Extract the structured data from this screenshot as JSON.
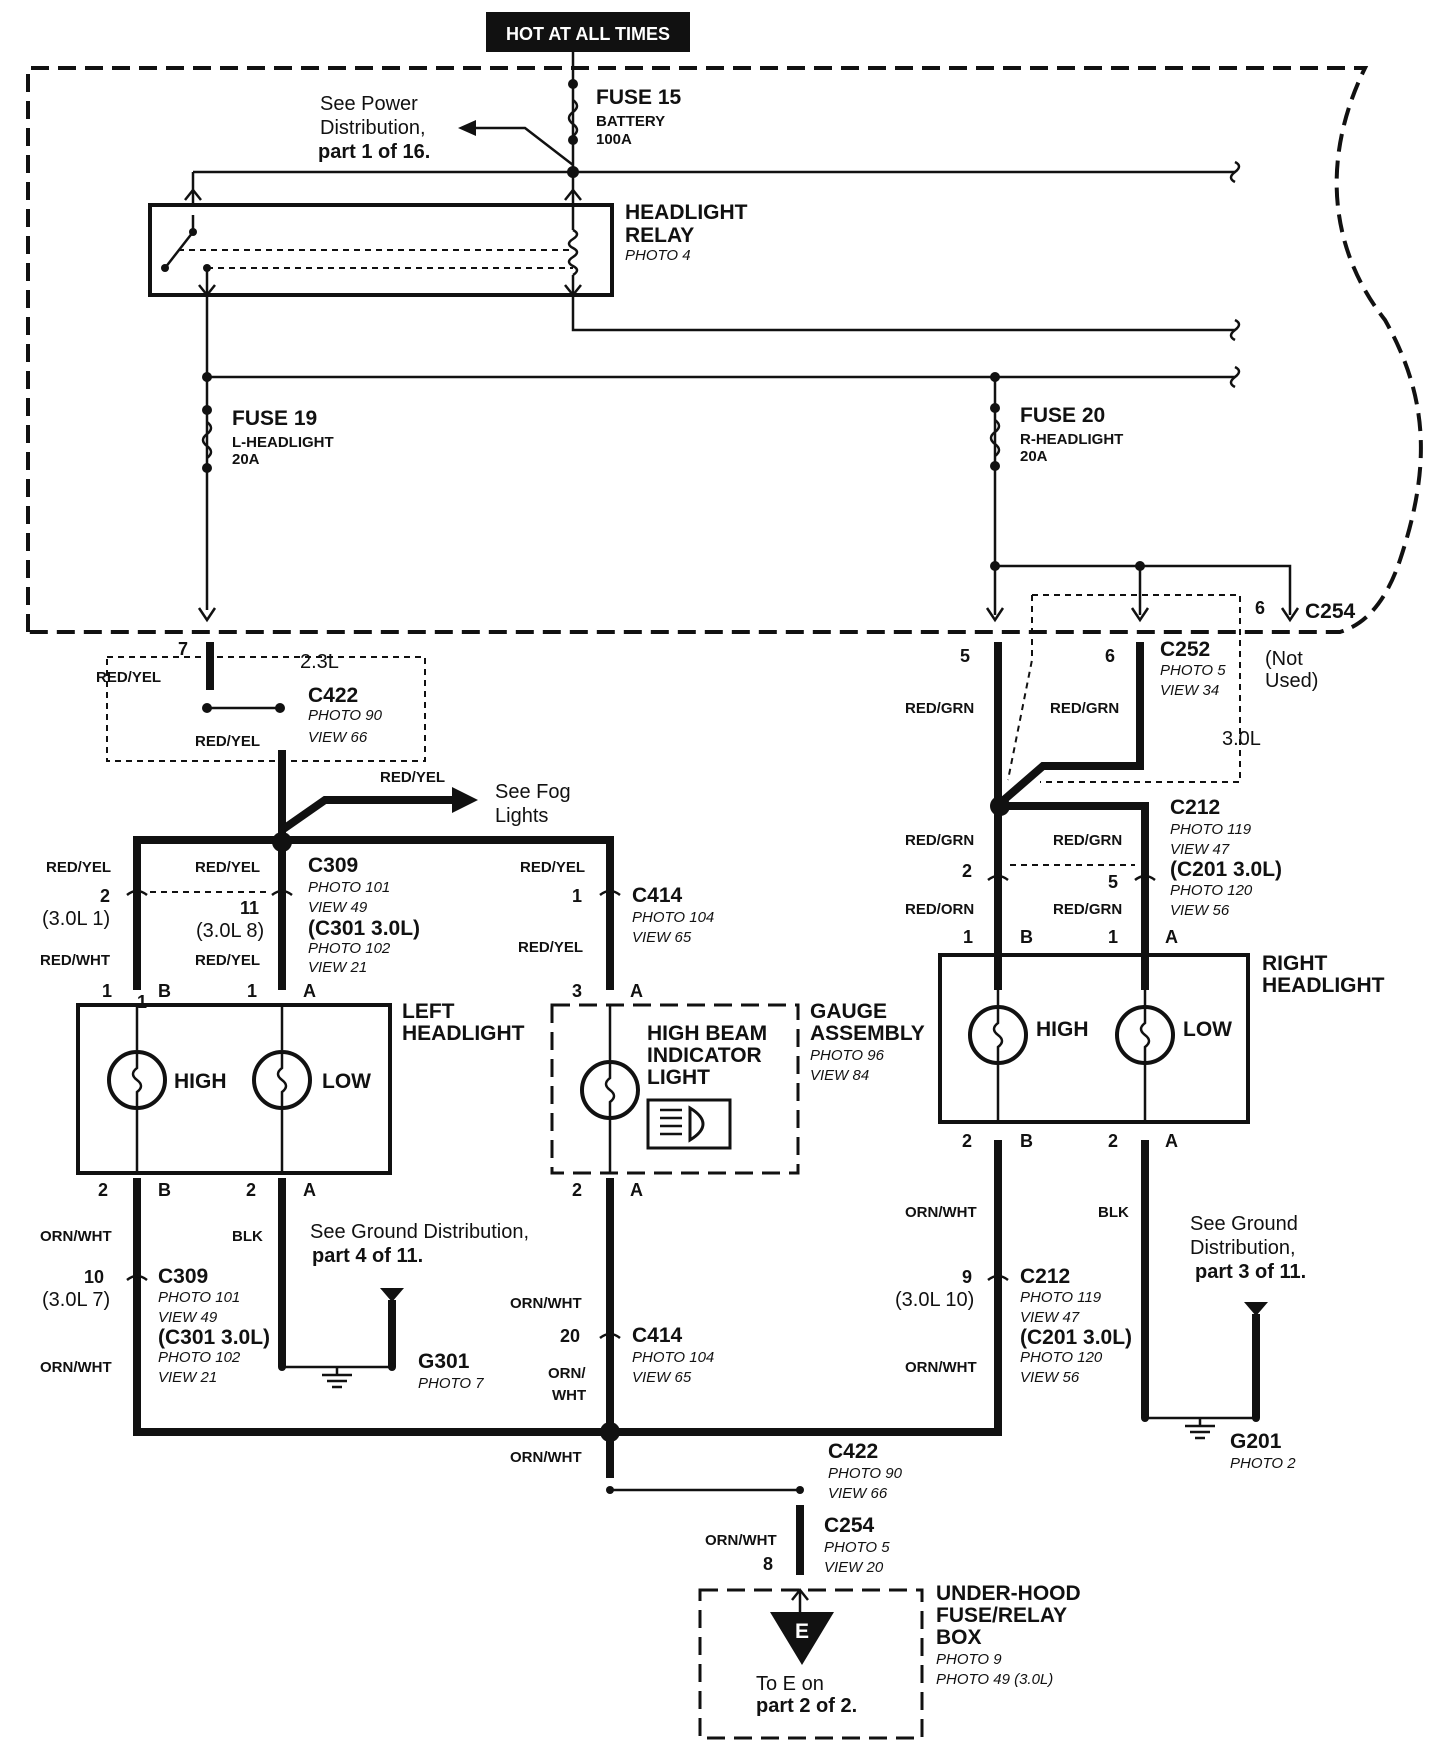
{
  "header": {
    "label": "HOT AT ALL TIMES"
  },
  "fuses": {
    "fuse15": {
      "name": "FUSE 15",
      "desc": "BATTERY",
      "rating": "100A"
    },
    "fuse19": {
      "name": "FUSE 19",
      "desc": "L-HEADLIGHT",
      "rating": "20A"
    },
    "fuse20": {
      "name": "FUSE 20",
      "desc": "R-HEADLIGHT",
      "rating": "20A"
    }
  },
  "power_ref": {
    "line1": "See Power",
    "line2": "Distribution,",
    "line3": "part 1 of 16."
  },
  "relay": {
    "line1": "HEADLIGHT",
    "line2": "RELAY",
    "photo": "PHOTO 4"
  },
  "c254_top": {
    "name": "C254",
    "pin": "6",
    "note1": "(Not",
    "note2": "Used)"
  },
  "left_branch": {
    "pin7": "7",
    "variant": "2.3L",
    "wire_red_yel": "RED/YEL",
    "c422": {
      "name": "C422",
      "photo": "PHOTO 90",
      "view": "VIEW 66"
    },
    "fog_wire": "RED/YEL",
    "fog1": "See Fog",
    "fog2": "Lights"
  },
  "c309_top": {
    "name": "C309",
    "photo": "PHOTO 101",
    "view": "VIEW 49",
    "alt": "(C301 3.0L)",
    "alt_photo": "PHOTO 102",
    "alt_view": "VIEW 21",
    "pin2": "2",
    "pin2_alt": "(3.0L 1)",
    "pin11": "11",
    "pin11_alt": "(3.0L 8)"
  },
  "c414_top": {
    "name": "C414",
    "photo": "PHOTO 104",
    "view": "VIEW 65",
    "pin": "1"
  },
  "wires": {
    "red_yel": "RED/YEL",
    "red_wht": "RED/WHT",
    "red_grn": "RED/GRN",
    "red_orn": "RED/ORN",
    "orn_wht": "ORN/WHT",
    "orn_wht_a": "ORN/",
    "orn_wht_b": "WHT",
    "blk": "BLK"
  },
  "left_headlight": {
    "line1": "LEFT",
    "line2": "HEADLIGHT",
    "high": "HIGH",
    "low": "LOW"
  },
  "gauge": {
    "line1": "GAUGE",
    "line2": "ASSEMBLY",
    "photo": "PHOTO 96",
    "view": "VIEW 84",
    "ind1": "HIGH BEAM",
    "ind2": "INDICATOR",
    "ind3": "LIGHT"
  },
  "right_headlight": {
    "line1": "RIGHT",
    "line2": "HEADLIGHT",
    "high": "HIGH",
    "low": "LOW"
  },
  "c252": {
    "name": "C252",
    "photo": "PHOTO 5",
    "view": "VIEW 34",
    "pin5": "5",
    "pin6": "6",
    "variant": "3.0L"
  },
  "c212_top": {
    "name": "C212",
    "photo": "PHOTO 119",
    "view": "VIEW 47",
    "alt": "(C201 3.0L)",
    "alt_photo": "PHOTO 120",
    "alt_view": "VIEW 56",
    "pin2": "2",
    "pin5": "5"
  },
  "pins": {
    "p1": "1",
    "p2": "2",
    "p3": "3",
    "A": "A",
    "B": "B"
  },
  "c309_bot": {
    "name": "C309",
    "photo": "PHOTO 101",
    "view": "VIEW 49",
    "alt": "(C301 3.0L)",
    "alt_photo": "PHOTO 102",
    "alt_view": "VIEW 21",
    "pin": "10",
    "pin_alt": "(3.0L 7)"
  },
  "ground_left": {
    "line1": "See Ground Distribution,",
    "line2": "part 4 of 11.",
    "name": "G301",
    "photo": "PHOTO 7"
  },
  "c414_bot": {
    "name": "C414",
    "photo": "PHOTO 104",
    "view": "VIEW 65",
    "pin": "20"
  },
  "c212_bot": {
    "name": "C212",
    "photo": "PHOTO 119",
    "view": "VIEW 47",
    "alt": "(C201 3.0L)",
    "alt_photo": "PHOTO 120",
    "alt_view": "VIEW 56",
    "pin": "9",
    "pin_alt": "(3.0L 10)"
  },
  "ground_right": {
    "line1": "See Ground",
    "line2": "Distribution,",
    "line3": "part 3 of 11.",
    "name": "G201",
    "photo": "PHOTO 2"
  },
  "c422_bot": {
    "name": "C422",
    "photo": "PHOTO 90",
    "view": "VIEW 66"
  },
  "c254_bot": {
    "name": "C254",
    "photo": "PHOTO 5",
    "view": "VIEW 20",
    "pin": "8"
  },
  "underhood": {
    "line1": "UNDER-HOOD",
    "line2": "FUSE/RELAY",
    "line3": "BOX",
    "photo1": "PHOTO 9",
    "photo2": "PHOTO 49 (3.0L)",
    "glyph": "E",
    "to1": "To E on",
    "to2": "part 2 of 2."
  }
}
